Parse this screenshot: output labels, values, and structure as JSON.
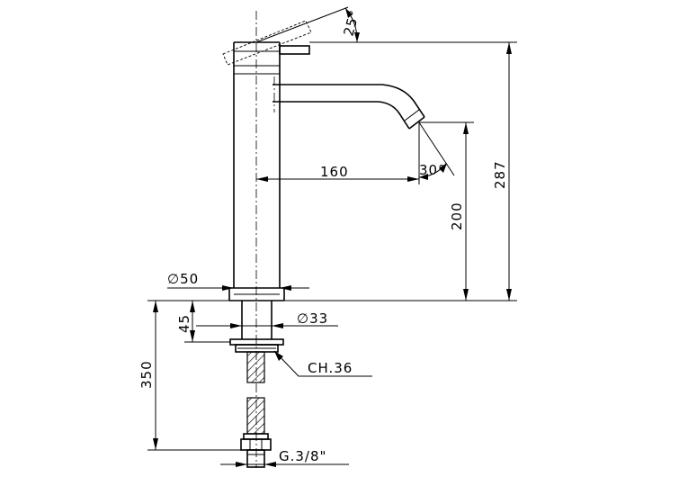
{
  "dimensions": {
    "angle_lever": "25°",
    "angle_spout": "30°",
    "spout_reach": "160",
    "spout_height": "200",
    "total_height": "287",
    "body_diameter": "∅50",
    "shank_diameter": "∅33",
    "shank_length": "45",
    "hose_length": "350",
    "nut_size": "CH.36",
    "connection": "G.3/8\""
  }
}
